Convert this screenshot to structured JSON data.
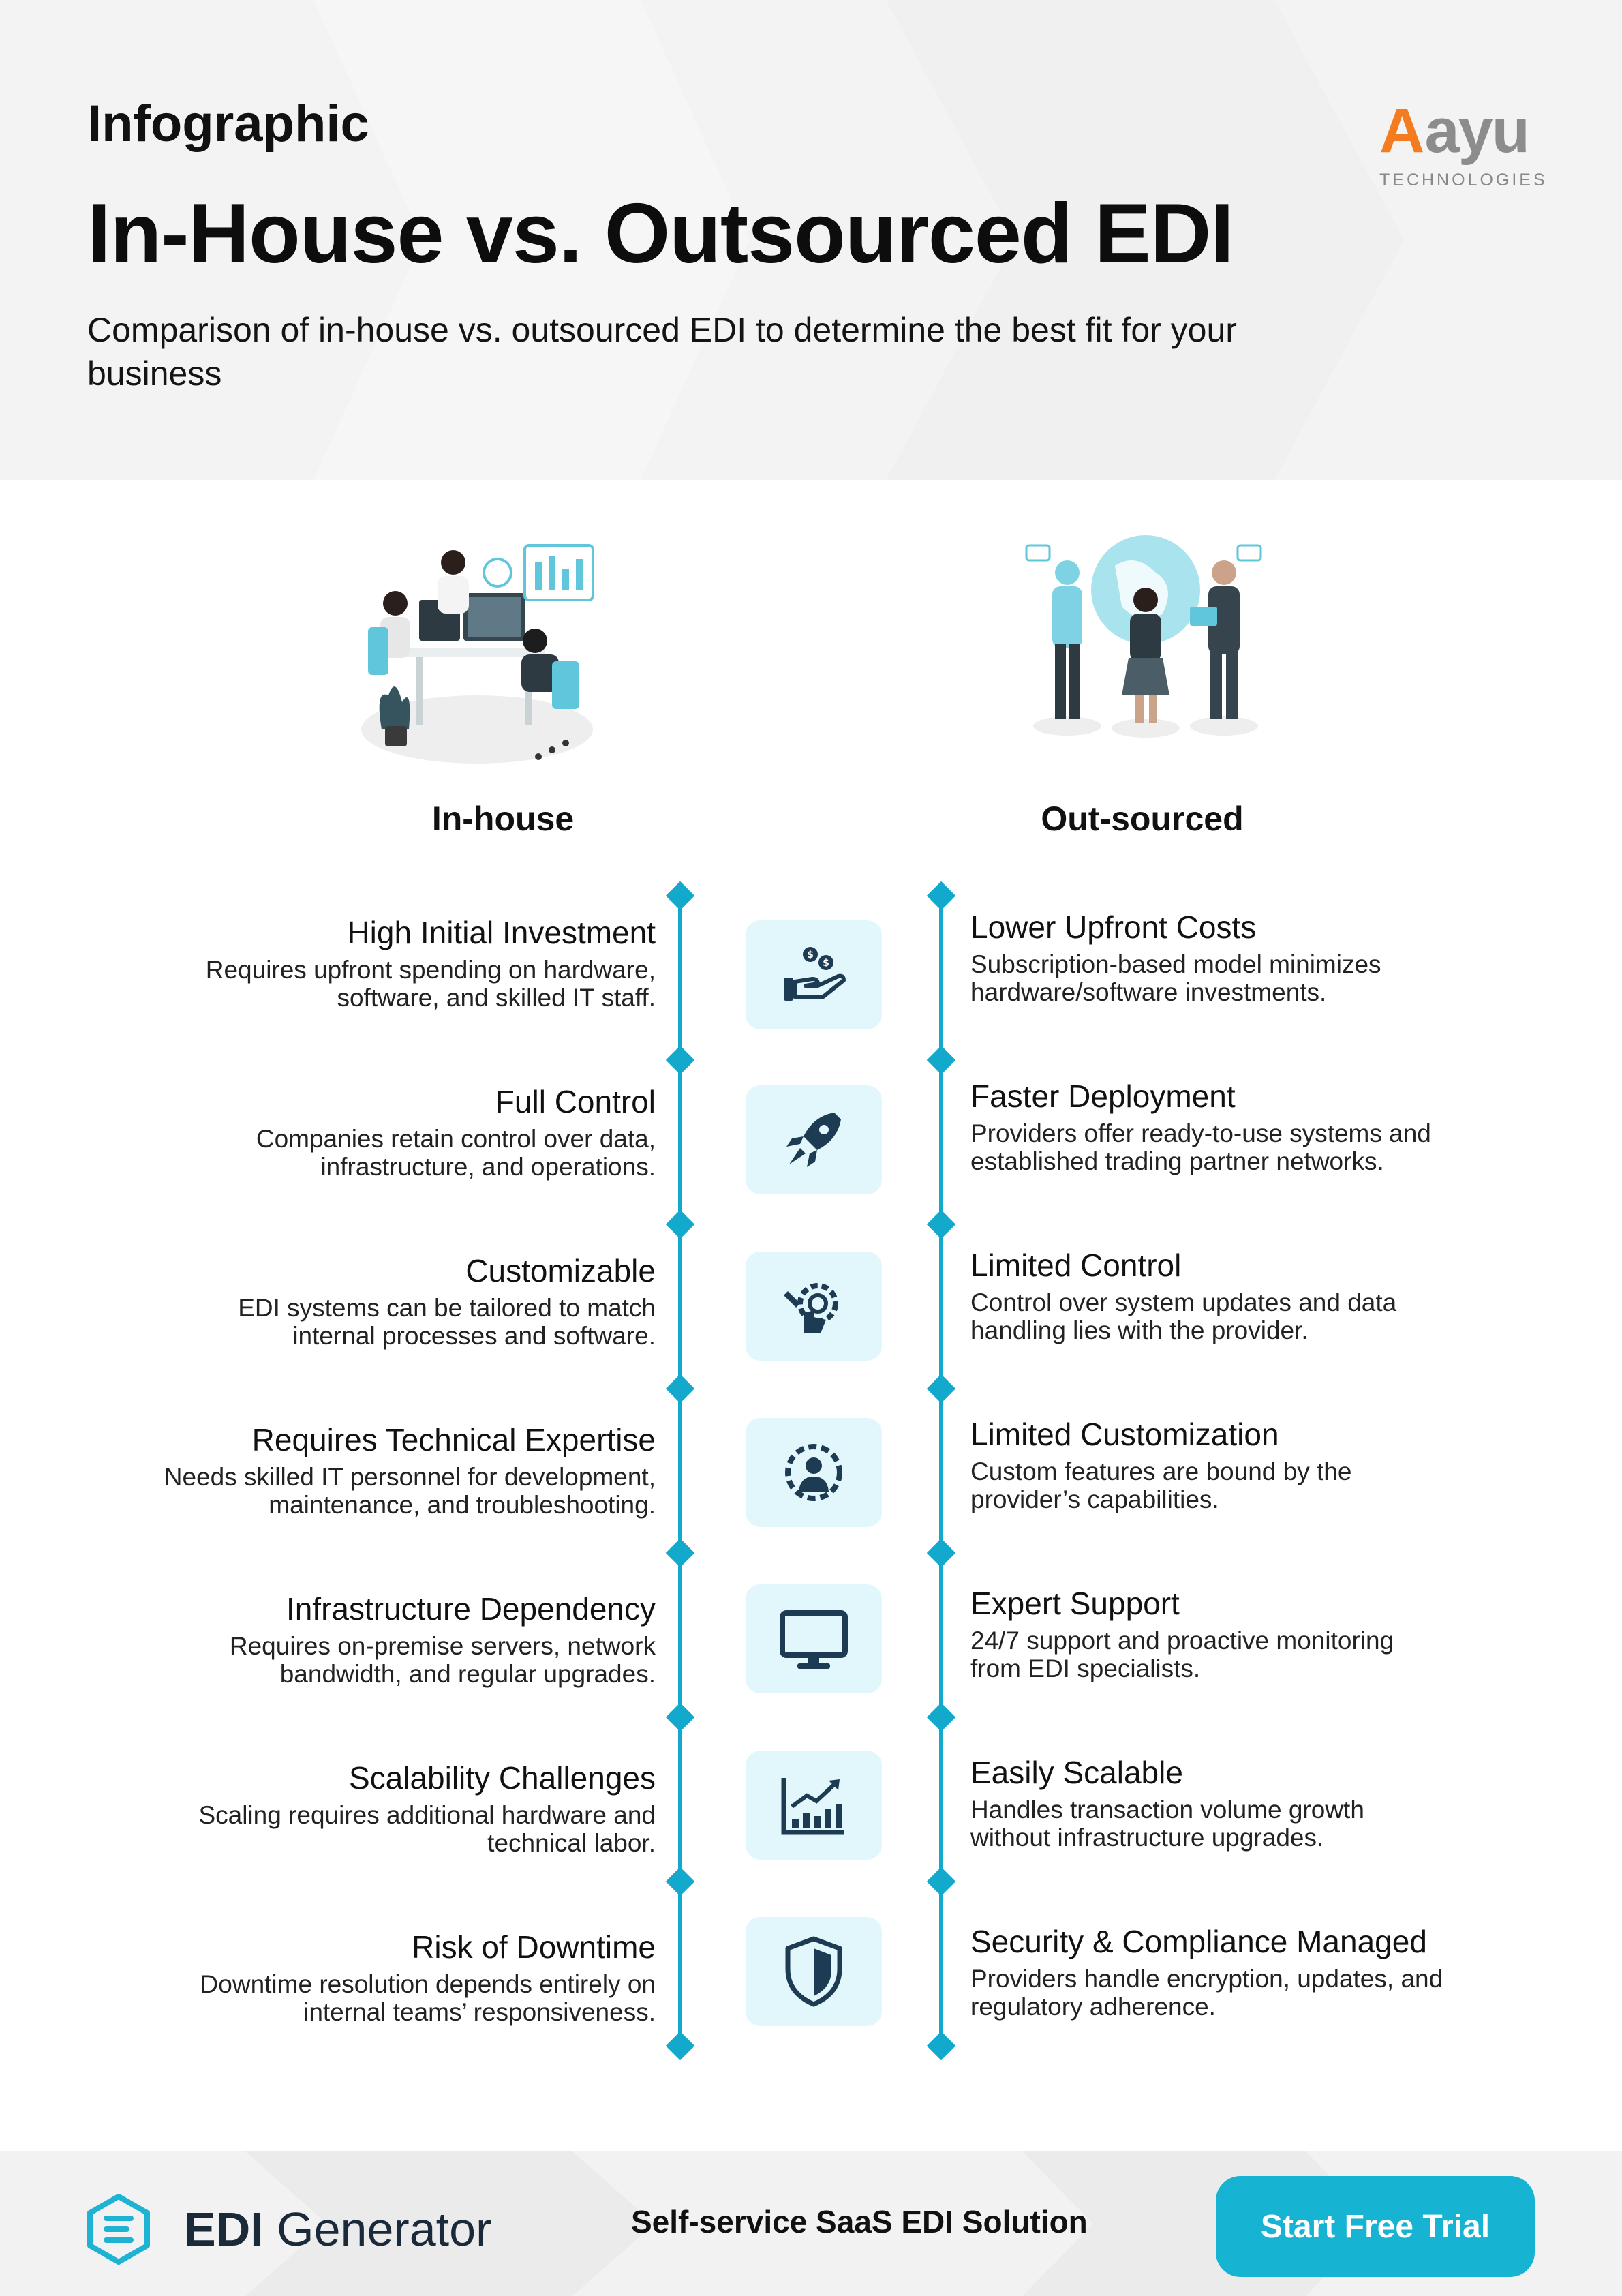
{
  "header": {
    "eyebrow": "Infographic",
    "title": "In-House vs. Outsourced EDI",
    "subtitle": "Comparison of in-house vs. outsourced EDI to determine the best fit for your business"
  },
  "logo": {
    "mark_letter": "A",
    "word": "ayu",
    "sub": "TECHNOLOGIES",
    "accent": "#f47b20"
  },
  "columns": {
    "left_title": "In-house",
    "right_title": "Out-sourced"
  },
  "rows": [
    {
      "left_title": "High Initial Investment",
      "left_desc_1": "Requires upfront spending on hardware,",
      "left_desc_2": "software, and skilled IT staff.",
      "icon": "money-hand-icon",
      "right_title": "Lower Upfront Costs",
      "right_desc_1": "Subscription-based model minimizes",
      "right_desc_2": "hardware/software investments."
    },
    {
      "left_title": "Full Control",
      "left_desc_1": "Companies retain control over data,",
      "left_desc_2": "infrastructure, and operations.",
      "icon": "rocket-icon",
      "right_title": "Faster Deployment",
      "right_desc_1": "Providers offer ready-to-use systems and",
      "right_desc_2": "established trading partner networks."
    },
    {
      "left_title": "Customizable",
      "left_desc_1": "EDI systems can be tailored to match",
      "left_desc_2": "internal processes and software.",
      "icon": "gear-hand-icon",
      "right_title": "Limited Control",
      "right_desc_1": "Control over system updates and data",
      "right_desc_2": "handling lies with the provider."
    },
    {
      "left_title": "Requires Technical Expertise",
      "left_desc_1": "Needs skilled IT personnel for development,",
      "left_desc_2": "maintenance, and troubleshooting.",
      "icon": "gear-person-icon",
      "right_title": "Limited Customization",
      "right_desc_1": "Custom features are bound by the",
      "right_desc_2": "provider’s capabilities."
    },
    {
      "left_title": "Infrastructure Dependency",
      "left_desc_1": "Requires on-premise servers, network",
      "left_desc_2": "bandwidth, and regular upgrades.",
      "icon": "monitor-icon",
      "right_title": "Expert Support",
      "right_desc_1": "24/7 support and proactive monitoring",
      "right_desc_2": "from EDI specialists."
    },
    {
      "left_title": "Scalability Challenges",
      "left_desc_1": "Scaling requires additional hardware and",
      "left_desc_2": "technical labor.",
      "icon": "growth-chart-icon",
      "right_title": "Easily Scalable",
      "right_desc_1": "Handles transaction volume growth",
      "right_desc_2": "without infrastructure upgrades."
    },
    {
      "left_title": "Risk of Downtime",
      "left_desc_1": "Downtime resolution depends entirely on",
      "left_desc_2": "internal teams’ responsiveness.",
      "icon": "shield-icon",
      "right_title": "Security & Compliance Managed",
      "right_desc_1": "Providers handle encryption, updates, and",
      "right_desc_2": "regulatory adherence."
    }
  ],
  "footer": {
    "brand_bold": "EDI",
    "brand_rest": " Generator",
    "tagline": "Self-service SaaS EDI Solution",
    "cta": "Start Free Trial",
    "cta_color": "#16b4d2"
  },
  "accent_color": "#12a9cc",
  "icon_bg_color": "#e1f7fb"
}
